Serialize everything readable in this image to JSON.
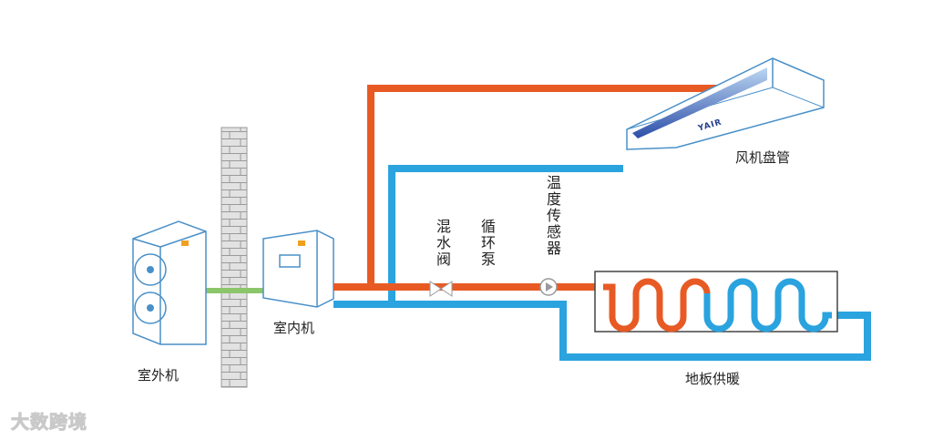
{
  "labels": {
    "outdoor_unit": "室外机",
    "indoor_unit": "室内机",
    "fan_coil": "风机盘管",
    "floor_heating": "地板供暖",
    "mixing_valve": "混水阀",
    "circulation_pump": "循环泵",
    "temp_sensor": "温度传感器"
  },
  "brand": "YAIR",
  "watermark": "大数跨境",
  "colors": {
    "supply_pipe": "#e85a24",
    "return_pipe": "#2aa3df",
    "refrigerant_pipe": "#8cc66a",
    "wall": "#dcdcdc",
    "outline": "#4a90c8"
  }
}
